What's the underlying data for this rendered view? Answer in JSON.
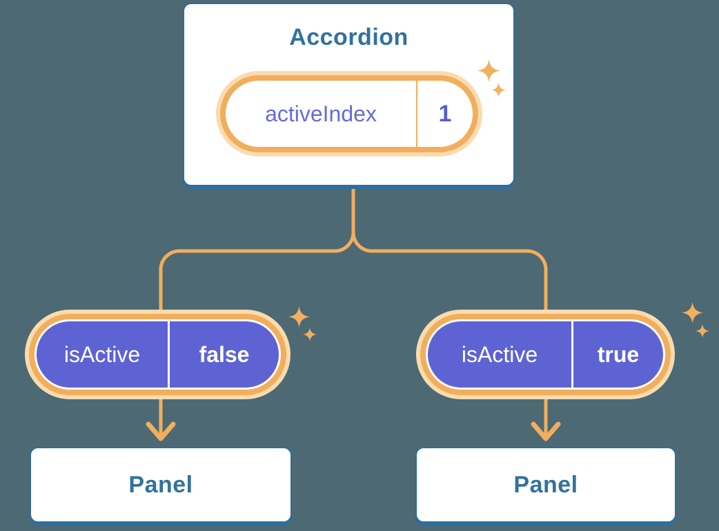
{
  "colors": {
    "background": "#4d6974",
    "card-bg": "#ffffff",
    "card-border": "#2e6e9e",
    "heading-text": "#33719e",
    "line-orange": "#f1ae5e",
    "ring-orange": "#f2ae5c",
    "halo-orange": "#f8dcb0",
    "purple-fill": "#5e63d3",
    "purple-text": "#666bd9",
    "purple-value": "#585dd0",
    "sparkle": "#f2b05e",
    "text-on-purple": "#ffffff"
  },
  "icons": {
    "sparkle": "four-point-star"
  },
  "diagram": {
    "root": {
      "title": "Accordion",
      "state": {
        "label": "activeIndex",
        "value": "1"
      }
    },
    "children": [
      {
        "prop": {
          "label": "isActive",
          "value": "false"
        },
        "panel": {
          "title": "Panel"
        }
      },
      {
        "prop": {
          "label": "isActive",
          "value": "true"
        },
        "panel": {
          "title": "Panel"
        }
      }
    ]
  }
}
